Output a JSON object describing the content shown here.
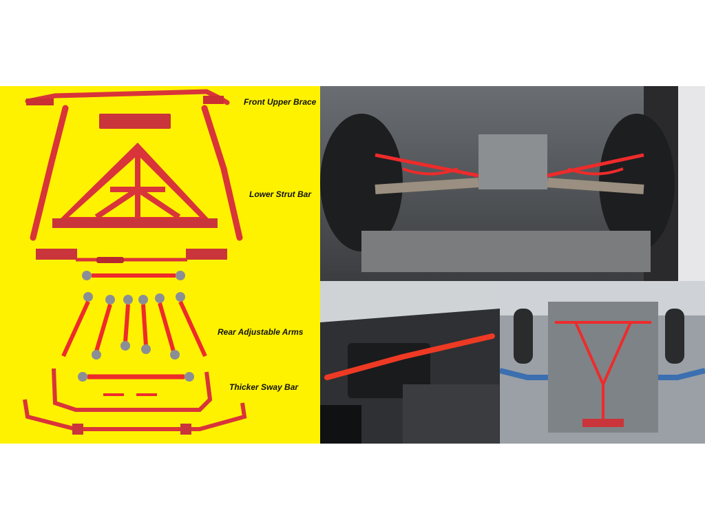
{
  "labels": {
    "front_upper_brace": "Front Upper Brace",
    "lower_strut_bar": "Lower Strut Bar",
    "rear_adjustable_arms": "Rear Adjustable Arms",
    "thicker_sway_bar": "Thicker Sway Bar"
  },
  "colors": {
    "background_yellow": "#fff200",
    "part_red": "#d8343a",
    "arm_red": "#ee2b2b",
    "metal_grey": "#8a8f96"
  }
}
